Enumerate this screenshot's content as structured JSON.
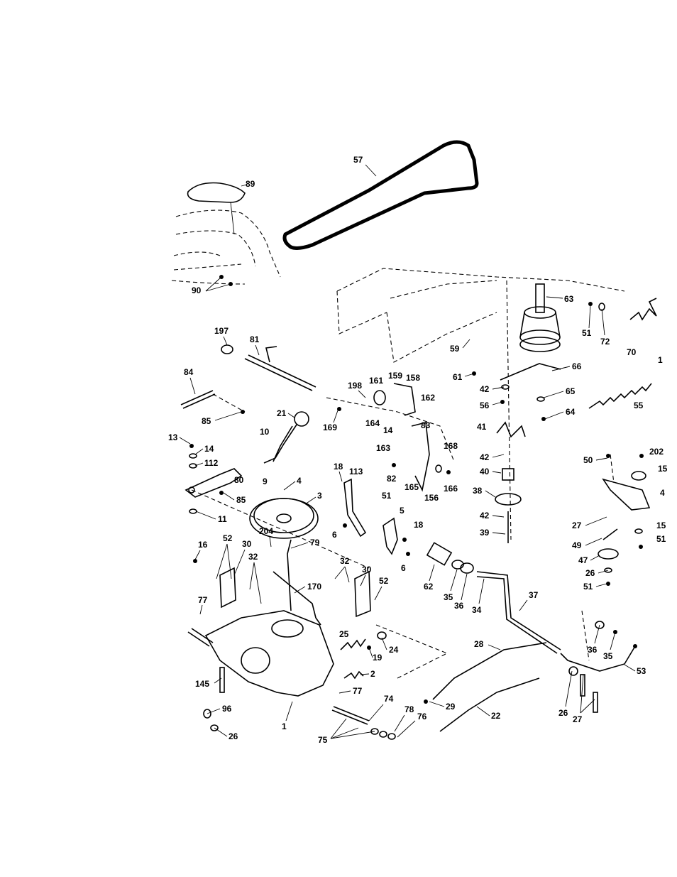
{
  "parts": [
    {
      "id": "57",
      "label": "57"
    },
    {
      "id": "89",
      "label": "89"
    },
    {
      "id": "90",
      "label": "90"
    },
    {
      "id": "63",
      "label": "63"
    },
    {
      "id": "51a",
      "label": "51"
    },
    {
      "id": "72",
      "label": "72"
    },
    {
      "id": "70",
      "label": "70"
    },
    {
      "id": "1a",
      "label": "1"
    },
    {
      "id": "197",
      "label": "197"
    },
    {
      "id": "81",
      "label": "81"
    },
    {
      "id": "59",
      "label": "59"
    },
    {
      "id": "61",
      "label": "61"
    },
    {
      "id": "66",
      "label": "66"
    },
    {
      "id": "42a",
      "label": "42"
    },
    {
      "id": "56",
      "label": "56"
    },
    {
      "id": "65",
      "label": "65"
    },
    {
      "id": "64",
      "label": "64"
    },
    {
      "id": "55",
      "label": "55"
    },
    {
      "id": "84",
      "label": "84"
    },
    {
      "id": "85a",
      "label": "85"
    },
    {
      "id": "198",
      "label": "198"
    },
    {
      "id": "161",
      "label": "161"
    },
    {
      "id": "159",
      "label": "159"
    },
    {
      "id": "158",
      "label": "158"
    },
    {
      "id": "162",
      "label": "162"
    },
    {
      "id": "21",
      "label": "21"
    },
    {
      "id": "169",
      "label": "169"
    },
    {
      "id": "164",
      "label": "164"
    },
    {
      "id": "14a",
      "label": "14"
    },
    {
      "id": "83",
      "label": "83"
    },
    {
      "id": "10",
      "label": "10"
    },
    {
      "id": "163",
      "label": "163"
    },
    {
      "id": "168",
      "label": "168"
    },
    {
      "id": "41",
      "label": "41"
    },
    {
      "id": "42b",
      "label": "42"
    },
    {
      "id": "13",
      "label": "13"
    },
    {
      "id": "14b",
      "label": "14"
    },
    {
      "id": "112",
      "label": "112"
    },
    {
      "id": "80",
      "label": "80"
    },
    {
      "id": "9",
      "label": "9"
    },
    {
      "id": "18a",
      "label": "18"
    },
    {
      "id": "113",
      "label": "113"
    },
    {
      "id": "82",
      "label": "82"
    },
    {
      "id": "165",
      "label": "165"
    },
    {
      "id": "166",
      "label": "166"
    },
    {
      "id": "40",
      "label": "40"
    },
    {
      "id": "50",
      "label": "50"
    },
    {
      "id": "202",
      "label": "202"
    },
    {
      "id": "15a",
      "label": "15"
    },
    {
      "id": "4a",
      "label": "4"
    },
    {
      "id": "4b",
      "label": "4"
    },
    {
      "id": "3",
      "label": "3"
    },
    {
      "id": "85b",
      "label": "85"
    },
    {
      "id": "51b",
      "label": "51"
    },
    {
      "id": "156",
      "label": "156"
    },
    {
      "id": "38",
      "label": "38"
    },
    {
      "id": "5",
      "label": "5"
    },
    {
      "id": "11",
      "label": "11"
    },
    {
      "id": "6a",
      "label": "6"
    },
    {
      "id": "18b",
      "label": "18"
    },
    {
      "id": "42c",
      "label": "42"
    },
    {
      "id": "39",
      "label": "39"
    },
    {
      "id": "27a",
      "label": "27"
    },
    {
      "id": "15b",
      "label": "15"
    },
    {
      "id": "16",
      "label": "16"
    },
    {
      "id": "204",
      "label": "204"
    },
    {
      "id": "79",
      "label": "79"
    },
    {
      "id": "6b",
      "label": "6"
    },
    {
      "id": "49",
      "label": "49"
    },
    {
      "id": "51c",
      "label": "51"
    },
    {
      "id": "52a",
      "label": "52"
    },
    {
      "id": "30a",
      "label": "30"
    },
    {
      "id": "32a",
      "label": "32"
    },
    {
      "id": "32b",
      "label": "32"
    },
    {
      "id": "30b",
      "label": "30"
    },
    {
      "id": "47",
      "label": "47"
    },
    {
      "id": "26a",
      "label": "26"
    },
    {
      "id": "52b",
      "label": "52"
    },
    {
      "id": "170",
      "label": "170"
    },
    {
      "id": "62",
      "label": "62"
    },
    {
      "id": "35a",
      "label": "35"
    },
    {
      "id": "36a",
      "label": "36"
    },
    {
      "id": "34",
      "label": "34"
    },
    {
      "id": "51d",
      "label": "51"
    },
    {
      "id": "37",
      "label": "37"
    },
    {
      "id": "77a",
      "label": "77"
    },
    {
      "id": "25",
      "label": "25"
    },
    {
      "id": "24",
      "label": "24"
    },
    {
      "id": "19",
      "label": "19"
    },
    {
      "id": "28",
      "label": "28"
    },
    {
      "id": "36b",
      "label": "36"
    },
    {
      "id": "35b",
      "label": "35"
    },
    {
      "id": "53",
      "label": "53"
    },
    {
      "id": "2",
      "label": "2"
    },
    {
      "id": "145",
      "label": "145"
    },
    {
      "id": "77b",
      "label": "77"
    },
    {
      "id": "74",
      "label": "74"
    },
    {
      "id": "29",
      "label": "29"
    },
    {
      "id": "22",
      "label": "22"
    },
    {
      "id": "26b",
      "label": "26"
    },
    {
      "id": "27b",
      "label": "27"
    },
    {
      "id": "96",
      "label": "96"
    },
    {
      "id": "78",
      "label": "78"
    },
    {
      "id": "76",
      "label": "76"
    },
    {
      "id": "1b",
      "label": "1"
    },
    {
      "id": "26c",
      "label": "26"
    },
    {
      "id": "75",
      "label": "75"
    }
  ]
}
